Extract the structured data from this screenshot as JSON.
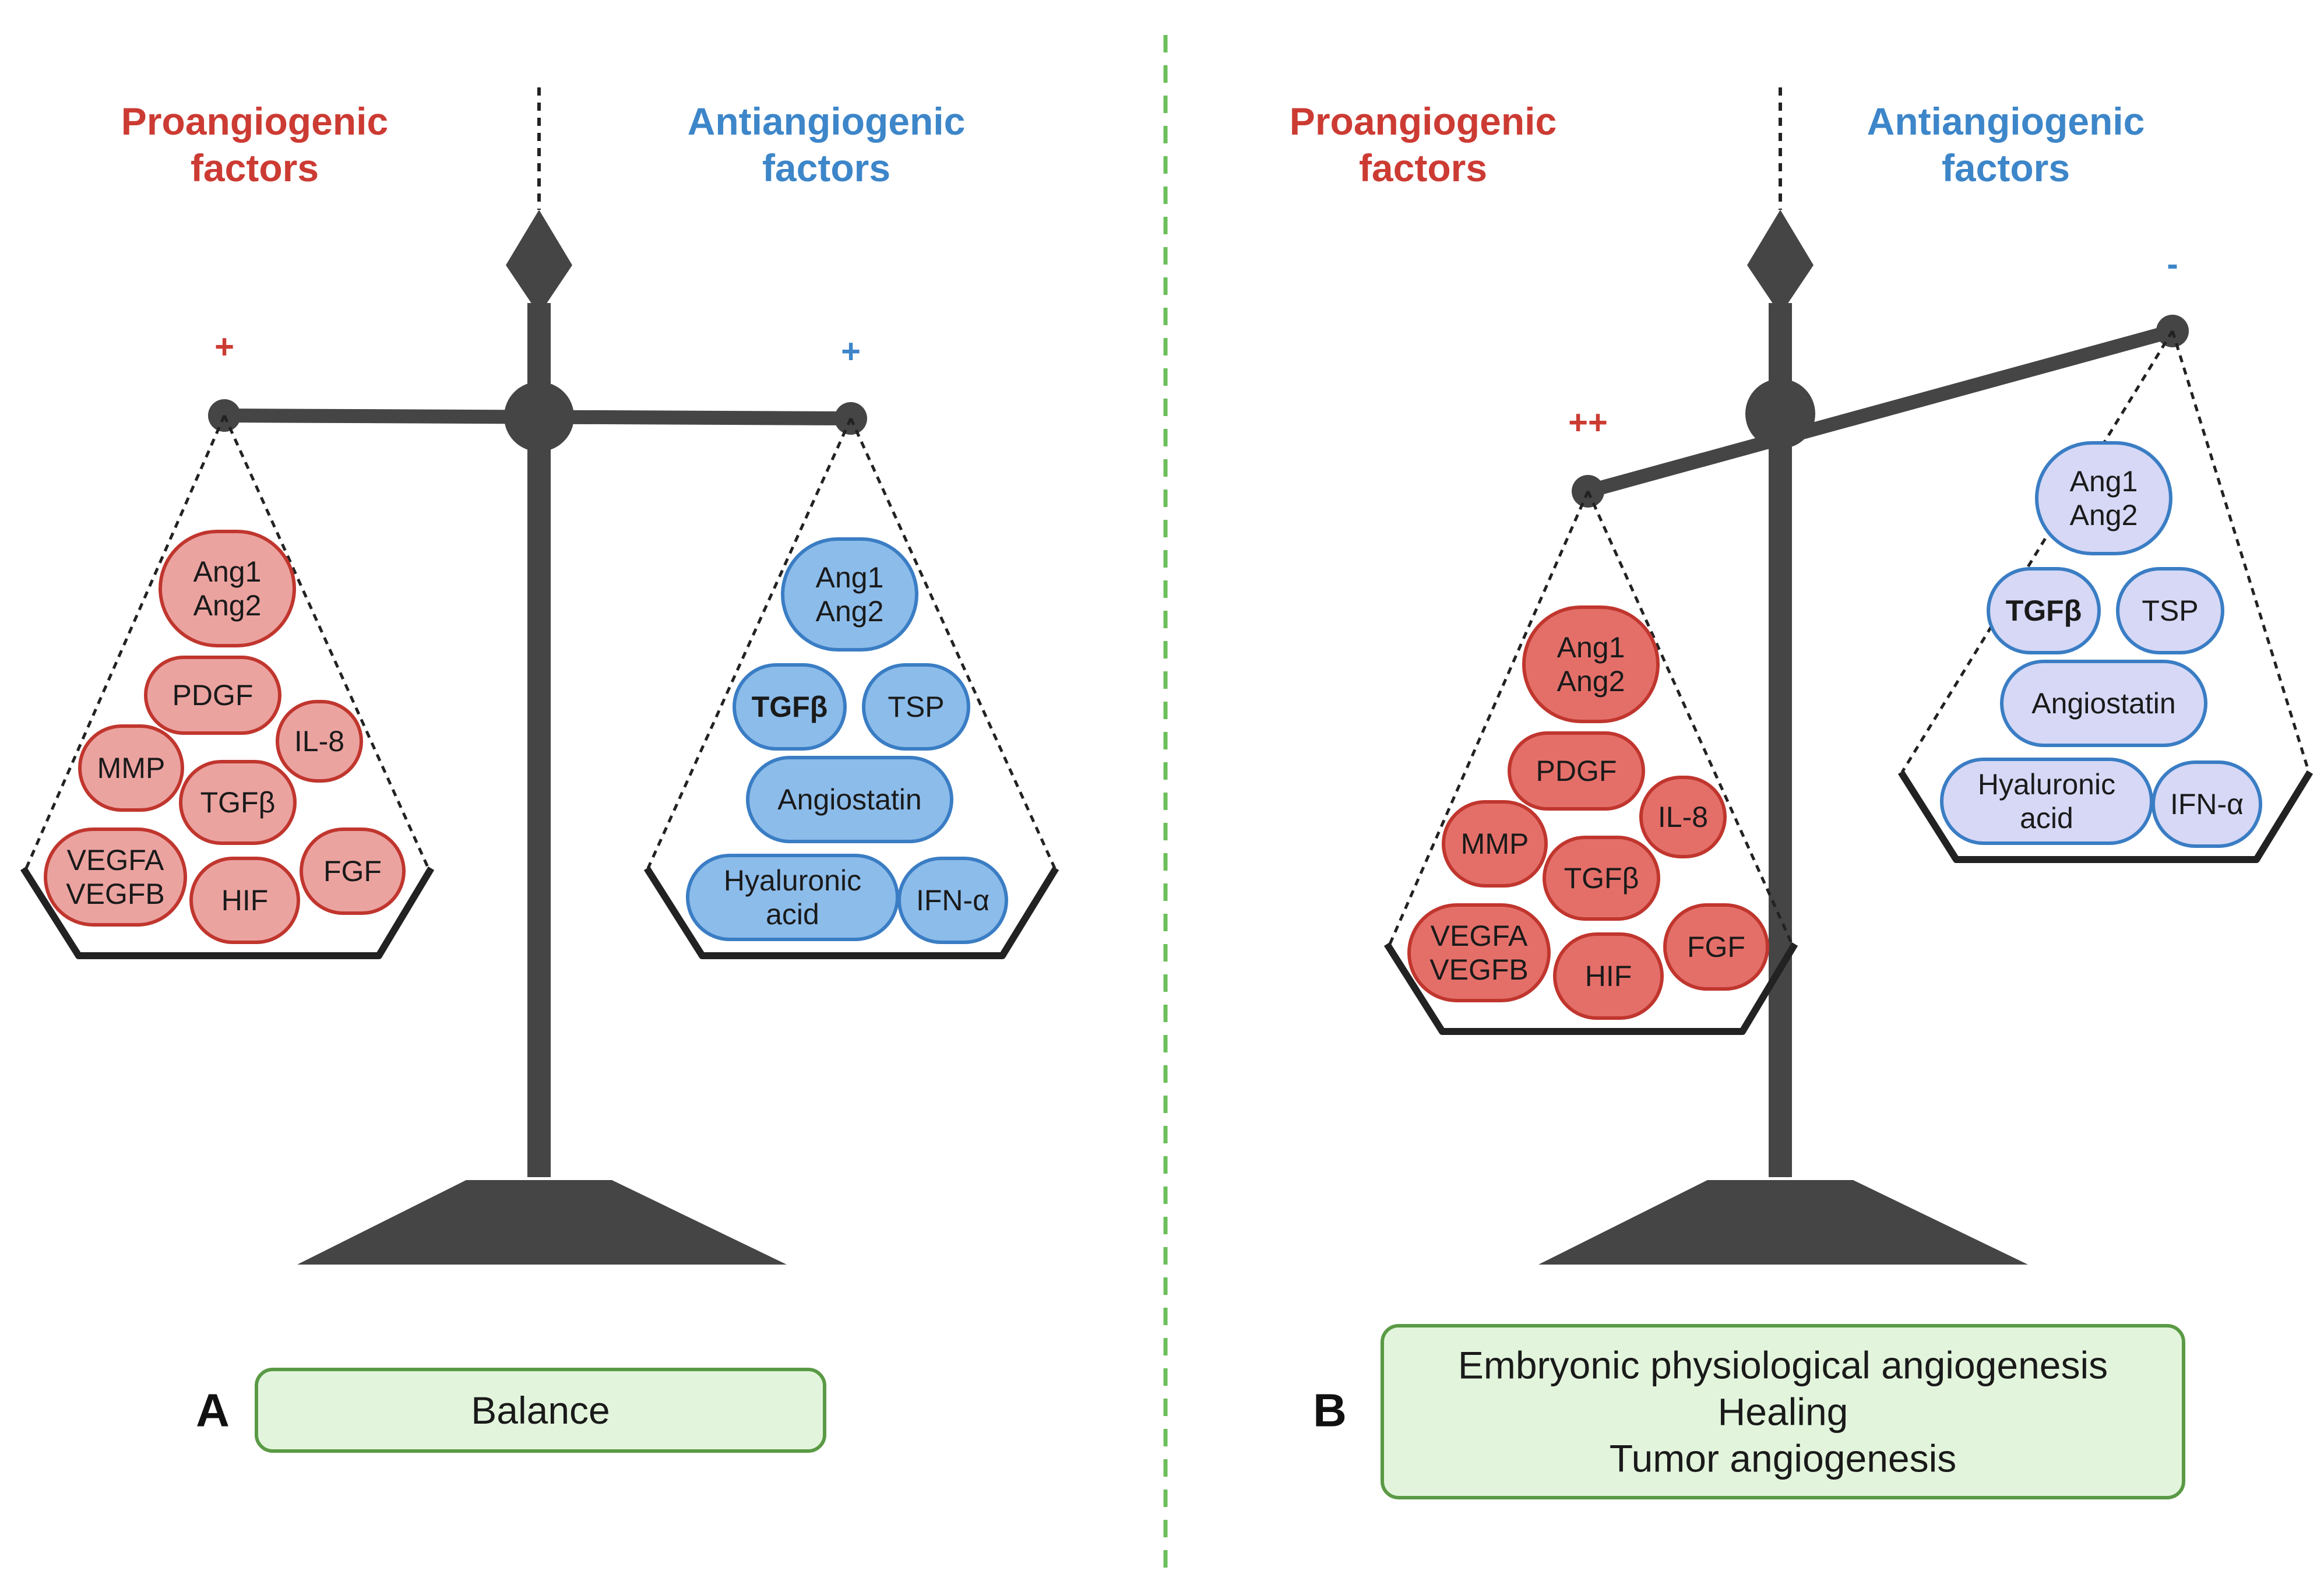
{
  "colors": {
    "pro_text": "#cc3b33",
    "anti_text": "#3d86c9",
    "scale": "#454545",
    "divider": "#6cbf5a",
    "pro_fill_A": "#eba3a0",
    "pro_fill_B": "#e46f69",
    "pro_stroke": "#c0362e",
    "anti_fill_A": "#8cbcea",
    "anti_fill_B": "#d6d8f6",
    "anti_stroke": "#3a7dc4",
    "result_fill": "#e2f5dc",
    "result_stroke": "#5a9a45"
  },
  "panels": [
    {
      "letter": "A",
      "pro_header": [
        "Proangiogenic",
        "factors"
      ],
      "anti_header": [
        "Antiangiogenic",
        "factors"
      ],
      "pro_sign": "+",
      "anti_sign": "+",
      "pro_level": "balanced",
      "pro_factors": [
        [
          "Ang1",
          "Ang2"
        ],
        [
          "PDGF"
        ],
        [
          "IL-8"
        ],
        [
          "MMP"
        ],
        [
          "TGFβ"
        ],
        [
          "VEGFA",
          "VEGFB"
        ],
        [
          "HIF"
        ],
        [
          "FGF"
        ]
      ],
      "anti_factors": [
        [
          "Ang1",
          "Ang2"
        ],
        [
          "TGFβ"
        ],
        [
          "TSP"
        ],
        [
          "Angiostatin"
        ],
        [
          "Hyaluronic",
          "acid"
        ],
        [
          "IFN-α"
        ]
      ],
      "outcome": [
        "Balance"
      ]
    },
    {
      "letter": "B",
      "pro_header": [
        "Proangiogenic",
        "factors"
      ],
      "anti_header": [
        "Antiangiogenic",
        "factors"
      ],
      "pro_sign": "++",
      "anti_sign": "-",
      "pro_level": "heavier",
      "pro_factors": [
        [
          "Ang1",
          "Ang2"
        ],
        [
          "PDGF"
        ],
        [
          "IL-8"
        ],
        [
          "MMP"
        ],
        [
          "TGFβ"
        ],
        [
          "VEGFA",
          "VEGFB"
        ],
        [
          "HIF"
        ],
        [
          "FGF"
        ]
      ],
      "anti_factors": [
        [
          "Ang1",
          "Ang2"
        ],
        [
          "TGFβ"
        ],
        [
          "TSP"
        ],
        [
          "Angiostatin"
        ],
        [
          "Hyaluronic",
          "acid"
        ],
        [
          "IFN-α"
        ]
      ],
      "outcome": [
        "Embryonic physiological angiogenesis",
        "Healing",
        "Tumor angiogenesis"
      ]
    }
  ]
}
